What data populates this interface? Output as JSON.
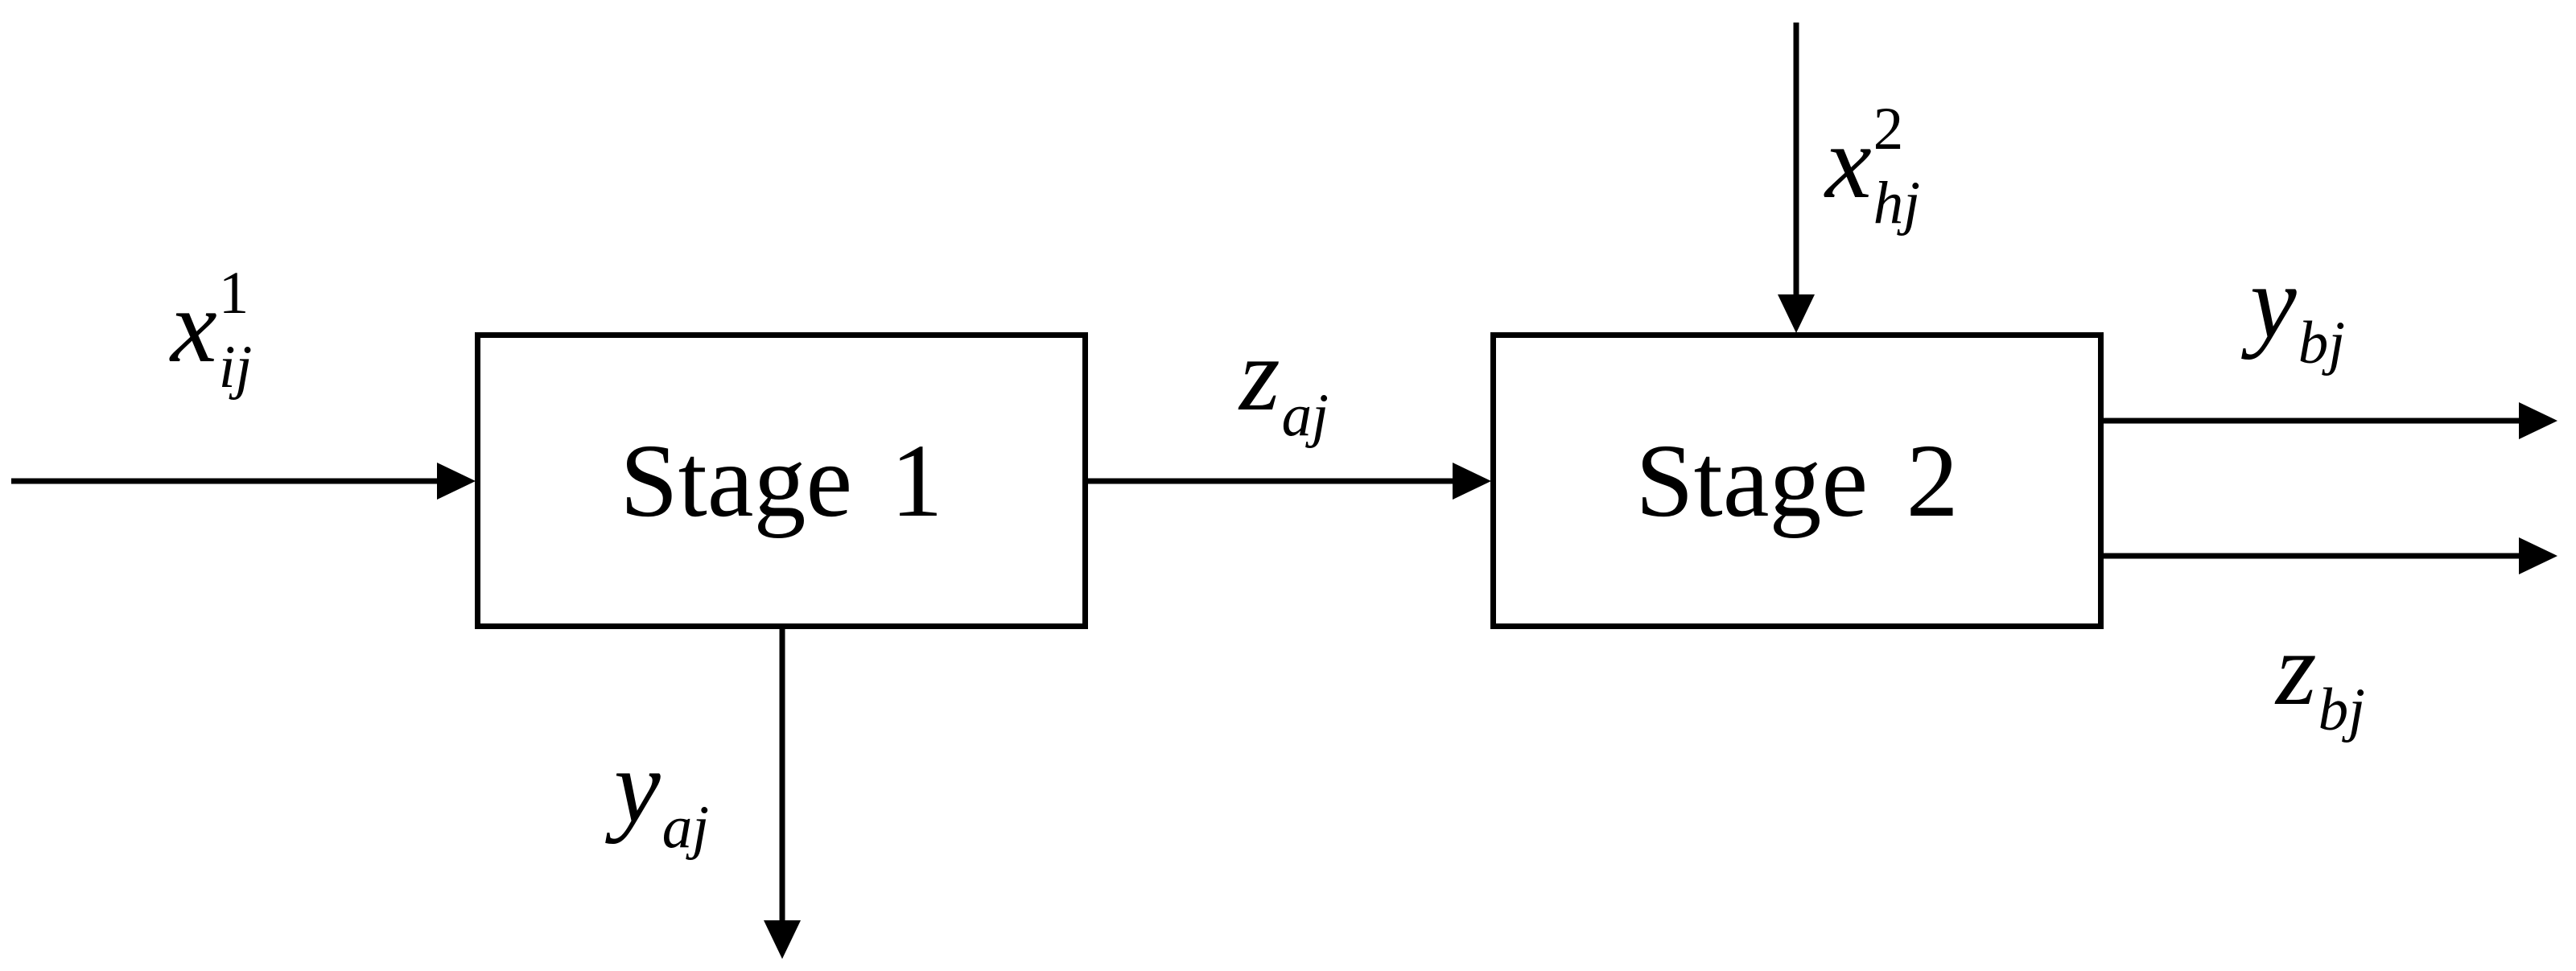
{
  "colors": {
    "background": "#ffffff",
    "stroke": "#000000",
    "text": "#000000"
  },
  "stages": [
    {
      "id": "stage-1",
      "label": "Stage 1"
    },
    {
      "id": "stage-2",
      "label": "Stage 2"
    }
  ],
  "flow_labels": {
    "stage1_input": {
      "base": "x",
      "sup": "1",
      "sub": "ij"
    },
    "intermediate": {
      "base": "z",
      "sub": "aj"
    },
    "stage1_side_output": {
      "base": "y",
      "sub": "aj"
    },
    "stage2_side_input": {
      "base": "x",
      "sup": "2",
      "sub": "hj"
    },
    "stage2_output_top": {
      "base": "y",
      "sub": "bj"
    },
    "stage2_output_bottom": {
      "base": "z",
      "sub": "bj"
    }
  }
}
